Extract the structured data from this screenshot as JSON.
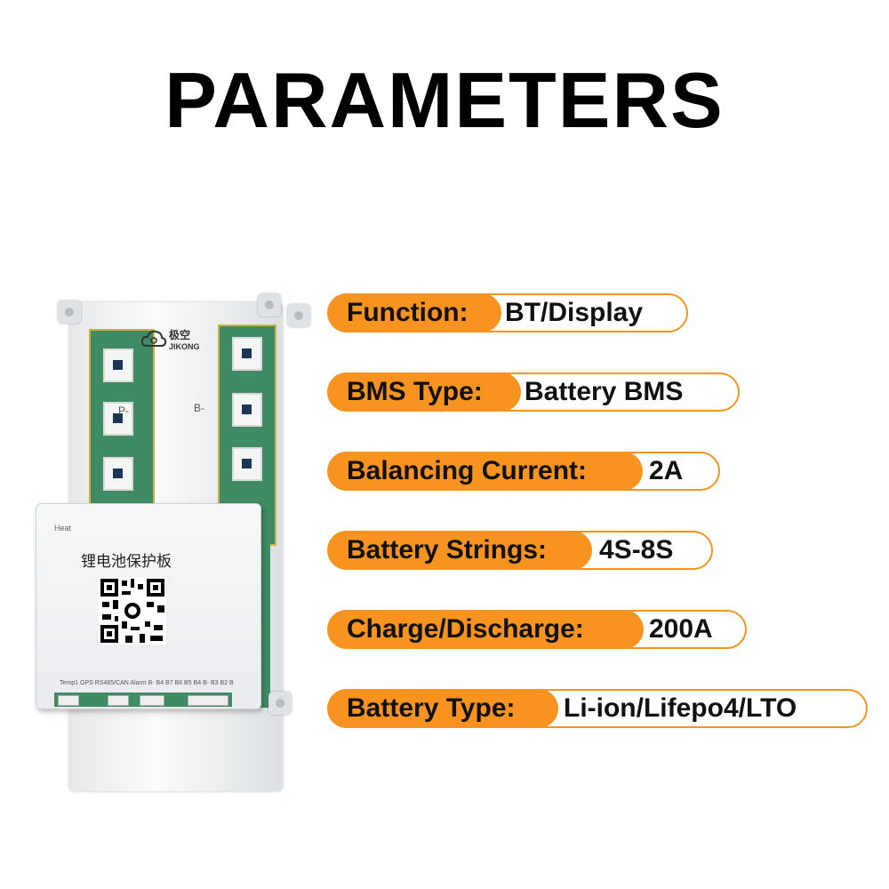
{
  "title": "PARAMETERS",
  "board": {
    "brand_cn": "极空",
    "brand_en": "JIKONG",
    "label_p": "P-",
    "label_b": "B-",
    "cover_text_cn": "锂电池保护板",
    "heat_label": "Heat",
    "ports_label": "Temp1   GPS  RS485/CAN  Alarm  B- B4 B7 B6 B5 B4 B- B3 B2 B"
  },
  "parameters": [
    {
      "key": "Function:",
      "value": "BT/Display"
    },
    {
      "key": "BMS Type:",
      "value": "Battery BMS"
    },
    {
      "key": "Balancing Current:",
      "value": "2A"
    },
    {
      "key": "Battery Strings:",
      "value": "4S-8S"
    },
    {
      "key": "Charge/Discharge:",
      "value": "200A"
    },
    {
      "key": "Battery Type:",
      "value": "Li-ion/Lifepo4/LTO"
    }
  ],
  "colors": {
    "accent": "#f7931e",
    "pcb": "#3f8b64"
  }
}
